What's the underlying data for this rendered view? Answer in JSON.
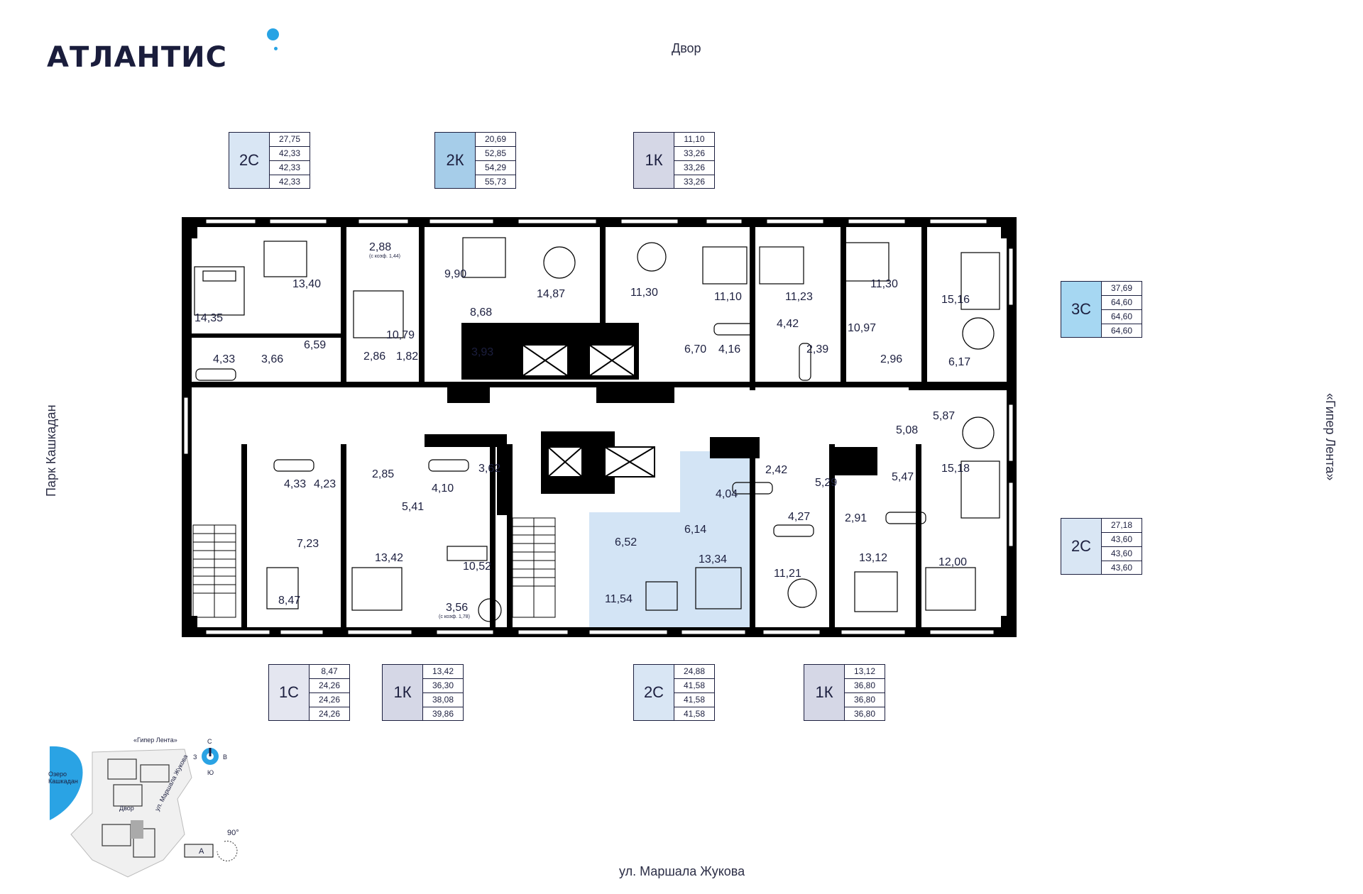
{
  "brand": {
    "name": "АТЛАНТИС"
  },
  "orientation": {
    "top": "Двор",
    "bottom": "ул. Маршала Жукова",
    "left": "Парк Кашкадан",
    "right": "«Гипер Лента»"
  },
  "colors": {
    "wall": "#000000",
    "brand_accent": "#27a3e4",
    "type_2C": "#d9e6f4",
    "type_2K": "#a6cde9",
    "type_1K": "#d5d7e6",
    "type_3C": "#a6d7f2",
    "type_1C": "#e4e6f0",
    "highlight_unit": "#d3e4f5"
  },
  "unit_cards": [
    {
      "type": "2С",
      "areas": [
        "27,75",
        "42,33",
        "42,33",
        "42,33"
      ],
      "color": "#d9e6f4"
    },
    {
      "type": "2К",
      "areas": [
        "20,69",
        "52,85",
        "54,29",
        "55,73"
      ],
      "color": "#a6cde9"
    },
    {
      "type": "1К",
      "areas": [
        "11,10",
        "33,26",
        "33,26",
        "33,26"
      ],
      "color": "#d5d7e6"
    },
    {
      "type": "3С",
      "areas": [
        "37,69",
        "64,60",
        "64,60",
        "64,60"
      ],
      "color": "#a6d7f2"
    },
    {
      "type": "2С",
      "areas": [
        "27,18",
        "43,60",
        "43,60",
        "43,60"
      ],
      "color": "#d9e6f4"
    },
    {
      "type": "1С",
      "areas": [
        "8,47",
        "24,26",
        "24,26",
        "24,26"
      ],
      "color": "#e4e6f0"
    },
    {
      "type": "1К",
      "areas": [
        "13,42",
        "36,30",
        "38,08",
        "39,86"
      ],
      "color": "#d5d7e6"
    },
    {
      "type": "2С",
      "areas": [
        "24,88",
        "41,58",
        "41,58",
        "41,58"
      ],
      "color": "#d9e6f4"
    },
    {
      "type": "1К",
      "areas": [
        "13,12",
        "36,80",
        "36,80",
        "36,80"
      ],
      "color": "#d5d7e6"
    }
  ],
  "rooms": [
    "2,88",
    "(с коэф. 1,44)",
    "13,40",
    "9,90",
    "14,87",
    "11,30",
    "11,10",
    "11,23",
    "11,30",
    "15,16",
    "14,35",
    "8,68",
    "10,79",
    "6,59",
    "4,33",
    "3,66",
    "2,86",
    "1,82",
    "3,93",
    "6,70",
    "4,16",
    "4,42",
    "2,39",
    "10,97",
    "2,96",
    "6,17",
    "5,87",
    "5,08",
    "15,18",
    "4,33",
    "4,23",
    "2,85",
    "4,10",
    "3,62",
    "5,41",
    "4,04",
    "2,42",
    "5,29",
    "5,47",
    "6,52",
    "6,14",
    "4,27",
    "2,91",
    "7,23",
    "13,42",
    "10,52",
    "13,34",
    "11,21",
    "13,12",
    "12,00",
    "8,47",
    "11,54",
    "3,56",
    "(с коэф. 1,78)"
  ],
  "site_plan": {
    "lake": "Озеро Кашкадан",
    "road_top": "«Гипер Лента»",
    "yard": "Двор",
    "street": "ул. Маршала Жукова",
    "rotation": "90°",
    "section": "А",
    "compass": {
      "n": "С",
      "s": "Ю",
      "w": "З",
      "e": "В"
    }
  }
}
